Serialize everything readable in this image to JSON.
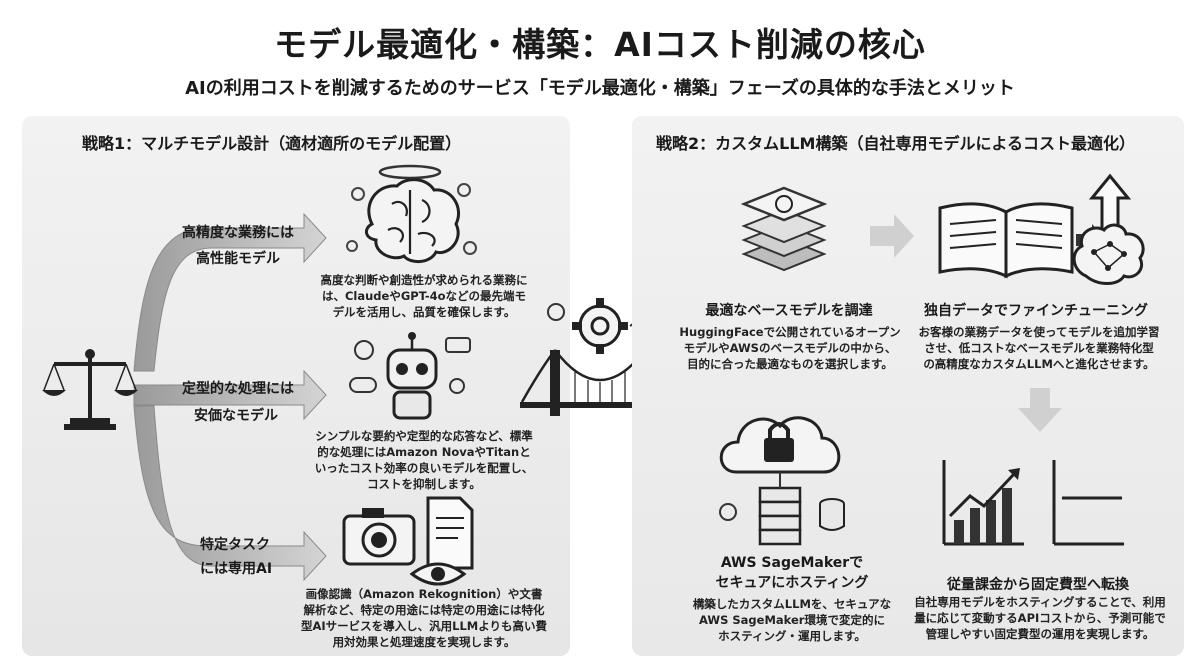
{
  "header": {
    "title": "モデル最適化・構築：AIコスト削減の核心",
    "subtitle": "AIの利用コストを削減するためのサービス「モデル最適化・構築」フェーズの具体的な手法とメリット"
  },
  "strategy1": {
    "title": "戦略1：マルチモデル設計（適材適所のモデル配置）",
    "branches": [
      {
        "label_line1": "高精度な業務には",
        "label_line2": "高性能モデル",
        "desc": [
          "高度な判断や創造性が求められる業務に",
          "は、ClaudeやGPT-4oなどの最先端モ",
          "デルを活用し、品質を確保します。"
        ]
      },
      {
        "label_line1": "定型的な処理には",
        "label_line2": "安価なモデル",
        "desc": [
          "シンプルな要約や定型的な応答など、標準",
          "的な処理にはAmazon NovaやTitanと",
          "いったコスト効率の良いモデルを配置し、",
          "コストを抑制します。"
        ]
      },
      {
        "label_line1": "特定タスク",
        "label_line2": "には専用AI",
        "desc": [
          "画像認識（Amazon Rekognition）や文書",
          "解析など、特定の用途には特定の用途には特化",
          "型AIサービスを導入し、汎用LLMよりも高い費",
          "用対効果と処理速度を実現します。"
        ]
      }
    ]
  },
  "strategy2": {
    "title": "戦略2：カスタムLLM構築（自社専用モデルによるコスト最適化）",
    "steps": [
      {
        "title": "最適なベースモデルを調達",
        "desc": [
          "HuggingFaceで公開されているオープン",
          "モデルやAWSのベースモデルの中から、",
          "目的に合った最適なものを選択します。"
        ]
      },
      {
        "title": "独自データでファインチューニング",
        "desc": [
          "お客様の業務データを使ってモデルを追加学習",
          "させ、低コストなベースモデルを業務特化型",
          "の高精度なカスタムLLMへと進化させます。"
        ]
      },
      {
        "title_line1": "AWS SageMakerで",
        "title_line2": "セキュアにホスティング",
        "desc": [
          "構築したカスタムLLMを、セキュアな",
          "AWS SageMaker環境で変定的に",
          "ホスティング・運用します。"
        ]
      },
      {
        "title": "従量課金から固定費型へ転換",
        "desc": [
          "自社専用モデルをホスティングすることで、利用",
          "量に応じて変動するAPIコストから、予測可能で",
          "管理しやすい固定費型の運用を実現します。"
        ]
      }
    ]
  },
  "icons": {
    "scale": "balance-scale-icon",
    "brain": "brain-with-halo-icon",
    "robot": "robot-icon",
    "camera": "camera-document-eye-icon",
    "bridge": "bridge-gear-icon",
    "layers": "layered-model-stack-icon",
    "book": "open-book-icon",
    "neural": "neural-brain-arrow-icon",
    "cloud": "cloud-lock-server-icon",
    "charts": "rising-vs-flat-chart-icon"
  }
}
